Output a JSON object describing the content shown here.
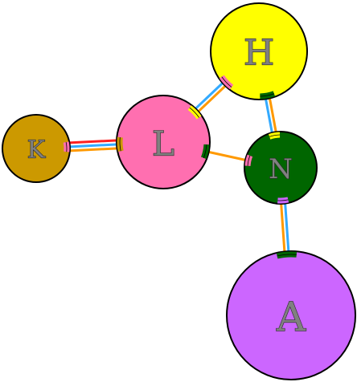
{
  "diagram": {
    "nodes": [
      {
        "id": "K",
        "label": "K",
        "color": "#cc9900"
      },
      {
        "id": "L",
        "label": "L",
        "color": "#ff6fb0"
      },
      {
        "id": "H",
        "label": "H",
        "color": "#ffff00"
      },
      {
        "id": "N",
        "label": "N",
        "color": "#006600"
      },
      {
        "id": "A",
        "label": "A",
        "color": "#cc66ff"
      }
    ],
    "edges": [
      {
        "from": "K",
        "to": "L",
        "colors": [
          "#ff2020",
          "#33aaff",
          "#ff9900"
        ]
      },
      {
        "from": "L",
        "to": "H",
        "colors": [
          "#33aaff",
          "#ff9900"
        ]
      },
      {
        "from": "L",
        "to": "N",
        "colors": [
          "#ff9900"
        ]
      },
      {
        "from": "H",
        "to": "N",
        "colors": [
          "#ff9900",
          "#33aaff"
        ]
      },
      {
        "from": "N",
        "to": "A",
        "colors": [
          "#33aaff",
          "#ff9900"
        ]
      }
    ]
  }
}
